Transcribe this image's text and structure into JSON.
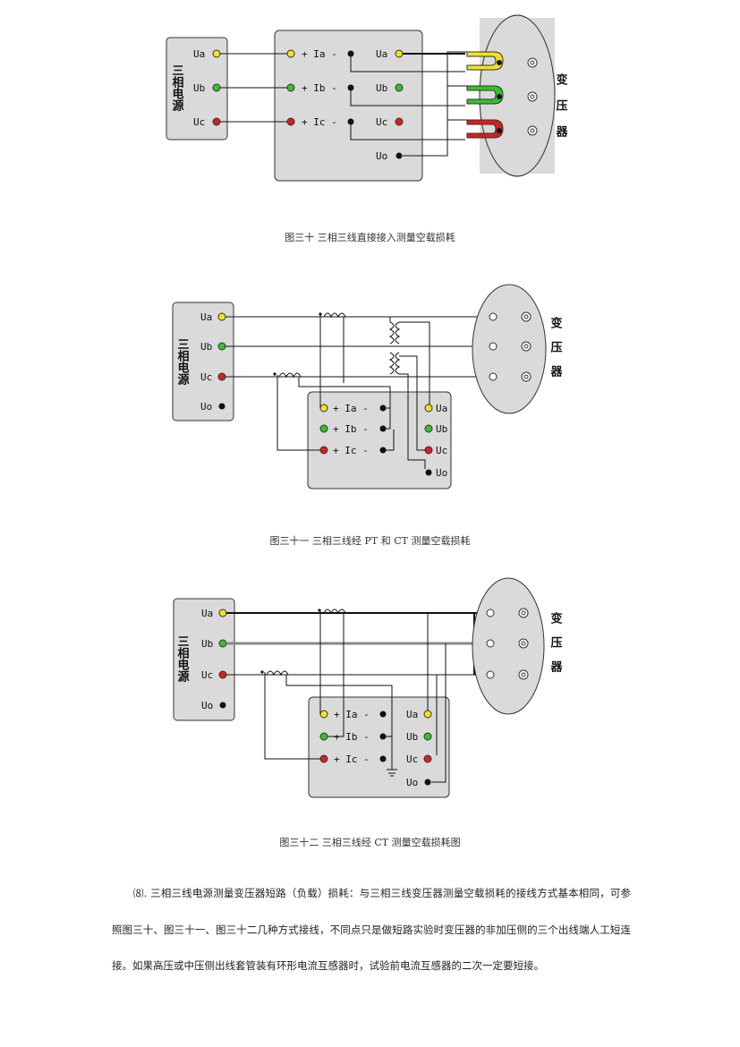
{
  "figures": [
    {
      "caption": "图三十  三相三线直接接入测量空载损耗",
      "source_title": "三相电源",
      "source_terminals": [
        "Ua",
        "Ub",
        "Uc"
      ],
      "meter_current": [
        "+ Ia -",
        "+ Ib -",
        "+ Ic -"
      ],
      "meter_voltage": [
        "Ua",
        "Ub",
        "Uc",
        "Uo"
      ],
      "transformer_label": "变压器"
    },
    {
      "caption": "图三十一  三相三线经 PT 和 CT 测量空载损耗",
      "source_title": "三相电源",
      "source_terminals": [
        "Ua",
        "Ub",
        "Uc",
        "Uo"
      ],
      "meter_current": [
        "+ Ia -",
        "+ Ib -",
        "+ Ic -"
      ],
      "meter_voltage": [
        "Ua",
        "Ub",
        "Uc",
        "Uo"
      ],
      "transformer_label": "变压器"
    },
    {
      "caption": "图三十二  三相三线经 CT 测量空载损耗图",
      "source_title": "三相电源",
      "source_terminals": [
        "Ua",
        "Ub",
        "Uc",
        "Uo"
      ],
      "meter_current": [
        "+ Ia -",
        "+ Ib -",
        "+ Ic -"
      ],
      "meter_voltage": [
        "Ua",
        "Ub",
        "Uc",
        "Uo"
      ],
      "transformer_label": "变压器"
    }
  ],
  "paragraph": "⑻. 三相三线电源测量变压器短路（负载）损耗：与三相三线变压器测量空载损耗的接线方式基本相同，可参照图三十、图三十一、图三十二几种方式接线，不同点只是做短路实验时变压器的非加压侧的三个出线端人工短连接。如果高压或中压侧出线套管装有环形电流互感器时，试验前电流互感器的二次一定要短接。",
  "colors": {
    "yellow": "#f2e21b",
    "green": "#35c226",
    "red": "#d81e1e",
    "black": "#111111",
    "panel": "#dadada"
  }
}
